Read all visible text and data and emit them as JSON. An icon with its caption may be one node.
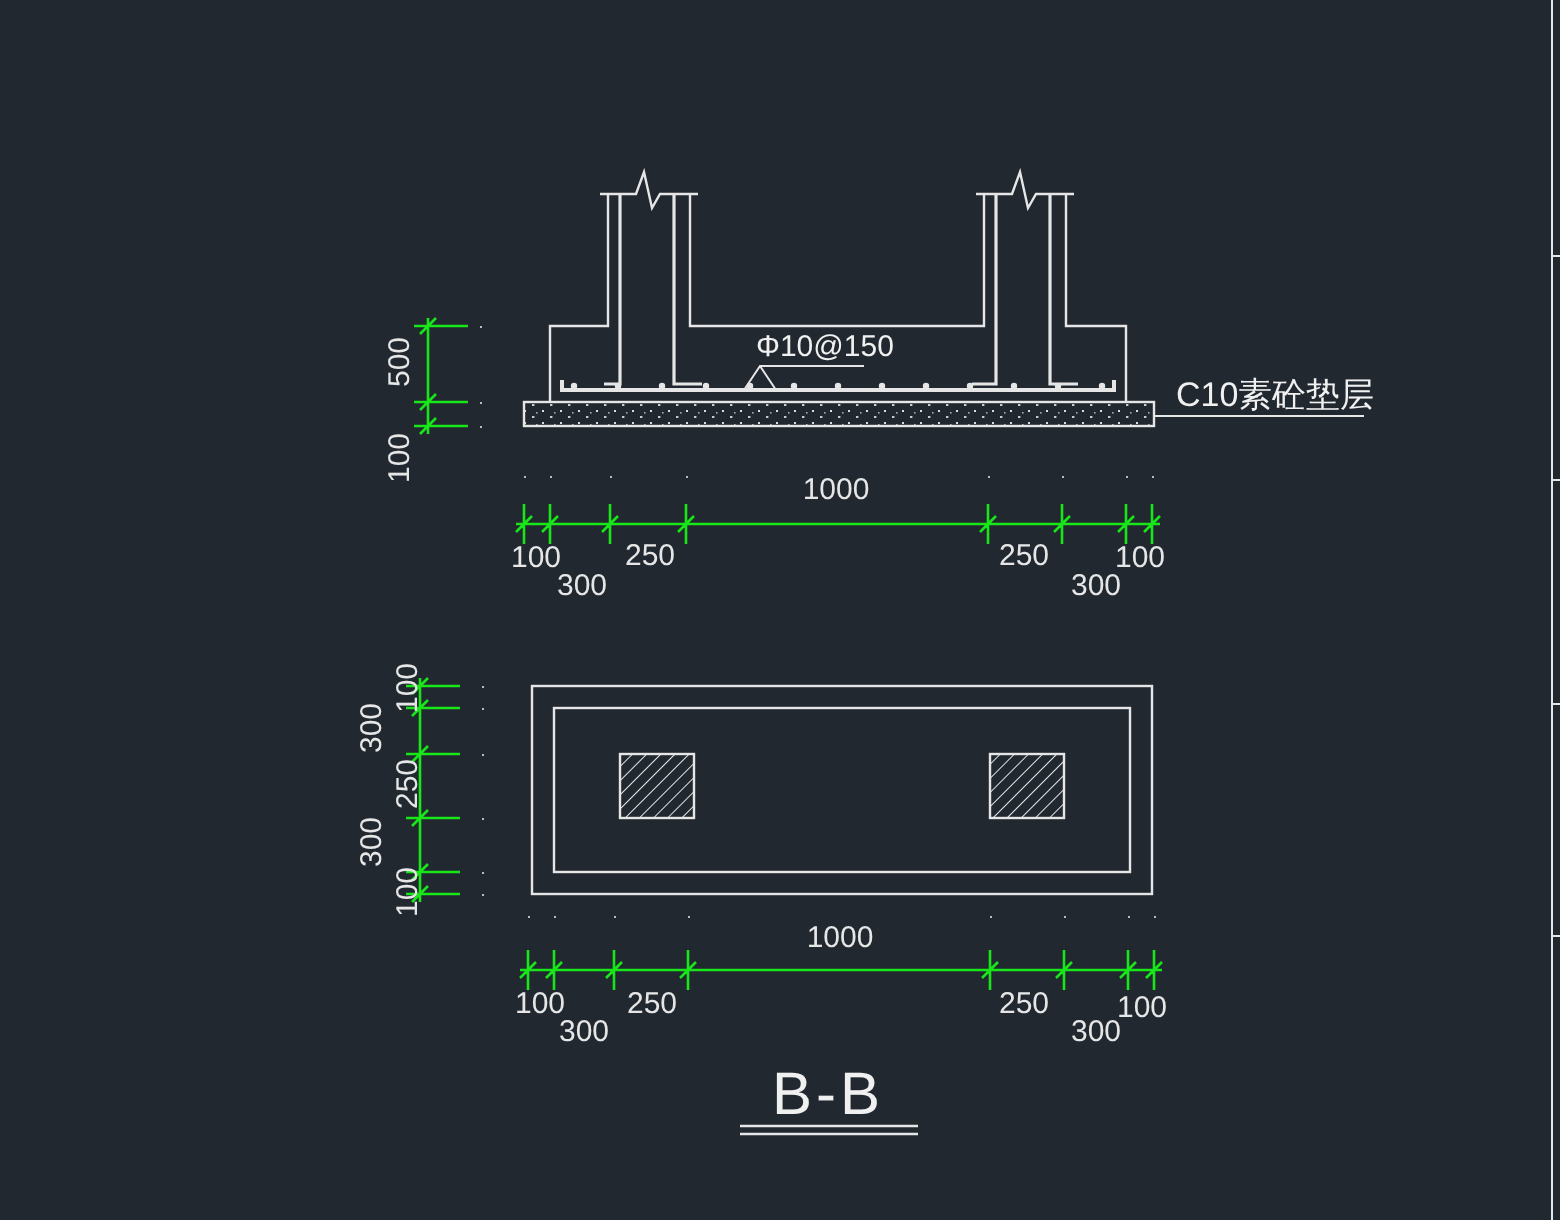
{
  "diagram": {
    "caption": "B-B",
    "nodes": [
      {
        "text": [
          "Φ10@150"
        ]
      },
      {
        "text": [],
        "shape": "bar"
      },
      {
        "text": [
          "C10素砼垫层"
        ]
      },
      {
        "text": [],
        "shape": "bar"
      }
    ],
    "edges": [
      {
        "from": 0,
        "to": 1,
        "arrow": "other"
      },
      {
        "from": 2,
        "to": 3,
        "arrow": "none"
      }
    ],
    "labels": [
      "500",
      "100",
      "1000",
      "100",
      "300",
      "250",
      "250",
      "300",
      "100",
      "100",
      "300",
      "250",
      "300",
      "100",
      "1000",
      "100",
      "300",
      "250",
      "250",
      "300",
      "100"
    ]
  }
}
